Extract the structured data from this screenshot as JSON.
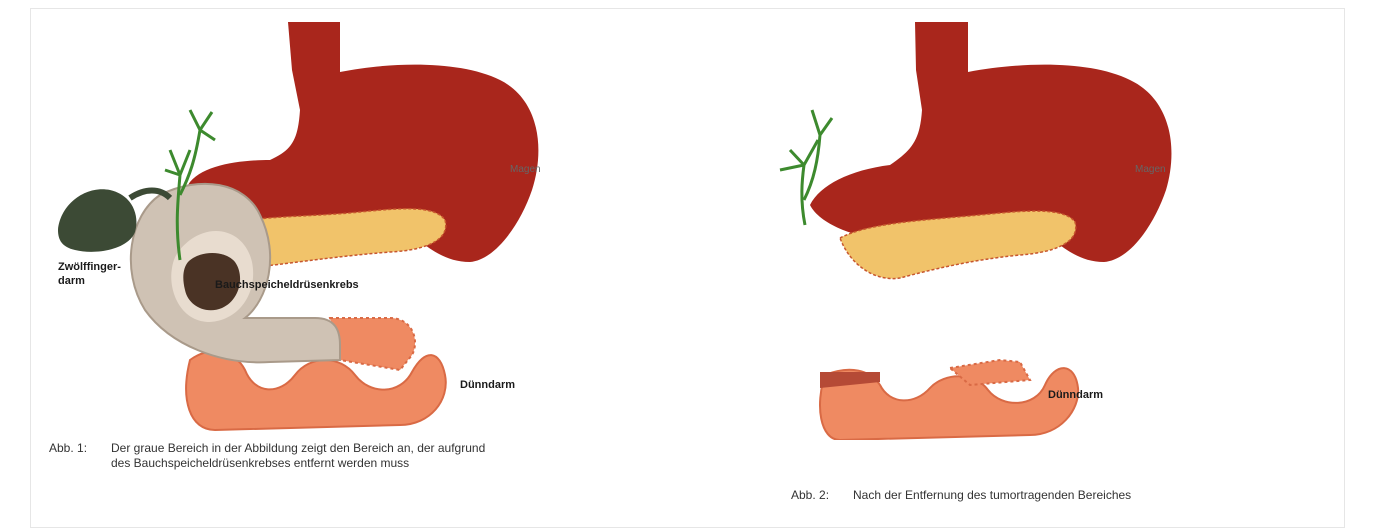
{
  "figure1": {
    "labels": {
      "stomach": "Magen",
      "duodenum_line1": "Zwölffinger-",
      "duodenum_line2": "darm",
      "tumor": "Bauchspeicheldrüsenkrebs",
      "small_intestine": "Dünndarm"
    },
    "caption": {
      "prefix": "Abb. 1:",
      "line1": "Der graue Bereich in der Abbildung zeigt den Bereich an, der aufgrund",
      "line2": "des Bauchspeicheldrüsenkrebses entfernt werden muss"
    }
  },
  "figure2": {
    "labels": {
      "stomach": "Magen",
      "small_intestine": "Dünndarm"
    },
    "caption": {
      "prefix": "Abb. 2:",
      "text": "Nach der Entfernung des tumortragenden Bereiches"
    }
  },
  "colors": {
    "stomach": "#a9261c",
    "pancreas": "#f1c36a",
    "duodenum": "#cfc2b4",
    "intestine": "#ef8a62",
    "bile_duct": "#3d8a2e",
    "gallbladder": "#3c4a35",
    "tumor": "#4a3325"
  }
}
